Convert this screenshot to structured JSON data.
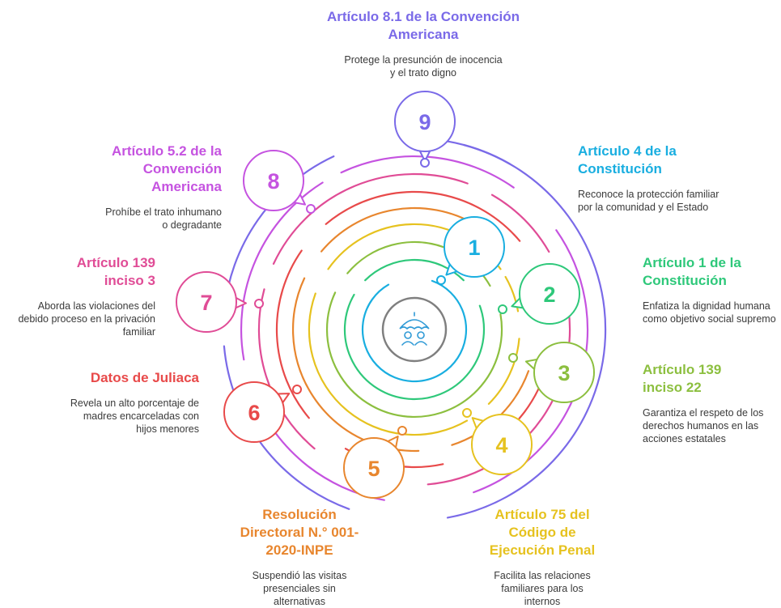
{
  "colors": {
    "c1": "#19aee0",
    "c2": "#2ec87a",
    "c3": "#8cbf3f",
    "c4": "#e6c21f",
    "c5": "#e8862e",
    "c6": "#e84a4a",
    "c7": "#e04c96",
    "c8": "#c553e0",
    "c9": "#7a6ae8",
    "center": "#7f7f7f"
  },
  "center_icon": "family-umbrella-icon",
  "items": [
    {
      "num": "1",
      "title": "",
      "desc": ""
    },
    {
      "num": "2",
      "title": "Artículo 1 de la Constitución",
      "desc": "Enfatiza la dignidad humana como objetivo social supremo"
    },
    {
      "num": "3",
      "title": "Artículo 139 inciso 22",
      "desc": "Garantiza el respeto de los derechos humanos en las acciones estatales"
    },
    {
      "num": "4",
      "title": "Artículo 75 del Código de Ejecución Penal",
      "desc": "Facilita las relaciones familiares para los internos"
    },
    {
      "num": "5",
      "title": "Resolución Directoral N.° 001-2020-INPE",
      "desc": "Suspendió las visitas presenciales sin alternativas"
    },
    {
      "num": "6",
      "title": "Datos de Juliaca",
      "desc": "Revela un alto porcentaje de madres encarceladas con hijos menores"
    },
    {
      "num": "7",
      "title": "Artículo 139 inciso 3",
      "desc": "Aborda las violaciones del debido proceso en la privación familiar"
    },
    {
      "num": "8",
      "title": "Artículo 5.2 de la Convención Americana",
      "desc": "Prohíbe el trato inhumano o degradante"
    },
    {
      "num": "9",
      "title": "Artículo 8.1 de la Convención Americana",
      "desc": "Protege la presunción de inocencia y el trato digno"
    },
    {
      "num": "",
      "title": "Artículo 4 de la Constitución",
      "desc": "Reconoce la protección familiar por la comunidad y el Estado"
    }
  ]
}
